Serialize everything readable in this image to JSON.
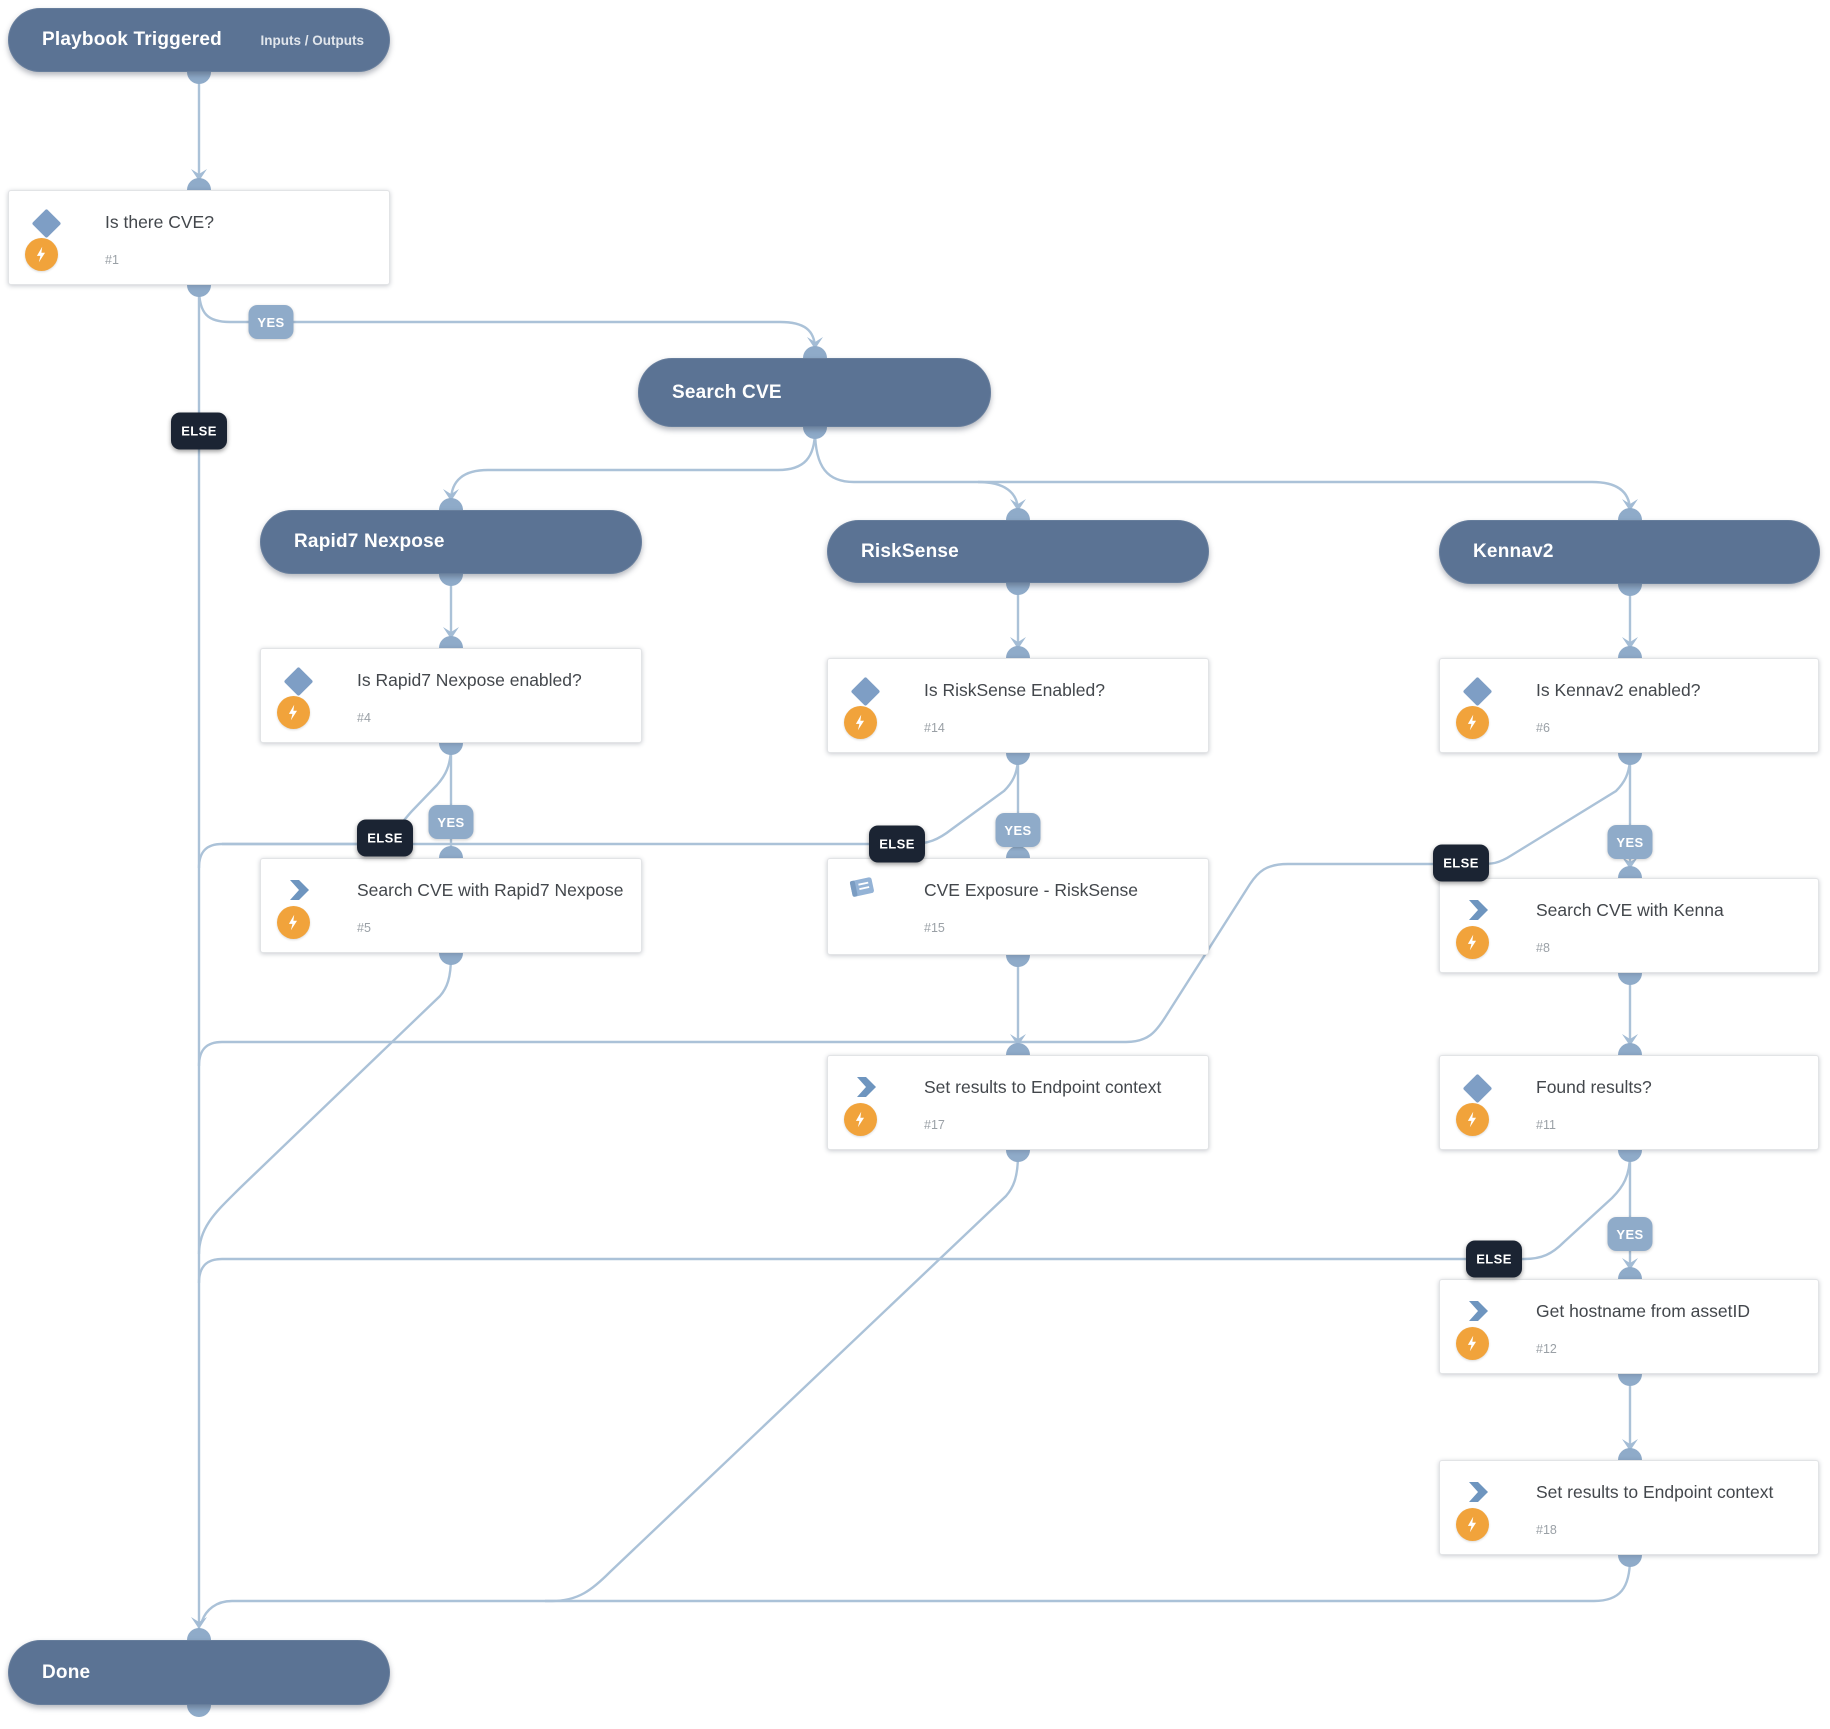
{
  "app": {
    "name": "playbook-workflow-canvas"
  },
  "colors": {
    "section_header_fill": "#5b7394",
    "connector_dot": "#8fabc9",
    "edge_line": "#abc2d8",
    "yes_badge": "#8fabc9",
    "else_badge": "#1b2433",
    "automation_bolt": "#f1a33b",
    "condition_diamond": "#7e9ec5",
    "task_chevron": "#6e95bf",
    "card_title_text": "#43474c"
  },
  "branch_labels": {
    "yes": "YES",
    "else": "ELSE"
  },
  "nodes": {
    "start": {
      "title": "Playbook Triggered",
      "link": "Inputs / Outputs",
      "type": "section"
    },
    "t1": {
      "title": "Is there CVE?",
      "num": "#1",
      "type": "condition"
    },
    "sec_search": {
      "title": "Search CVE",
      "type": "section"
    },
    "sec_rapid7": {
      "title": "Rapid7 Nexpose",
      "type": "section"
    },
    "t4": {
      "title": "Is Rapid7 Nexpose enabled?",
      "num": "#4",
      "type": "condition"
    },
    "t5": {
      "title": "Search CVE with Rapid7 Nexpose",
      "num": "#5",
      "type": "task"
    },
    "sec_risksense": {
      "title": "RiskSense",
      "type": "section"
    },
    "t14": {
      "title": "Is RiskSense Enabled?",
      "num": "#14",
      "type": "condition"
    },
    "t15": {
      "title": "CVE Exposure - RiskSense",
      "num": "#15",
      "type": "sub-playbook"
    },
    "t17": {
      "title": "Set results to Endpoint context",
      "num": "#17",
      "type": "task"
    },
    "sec_kenna": {
      "title": "Kennav2",
      "type": "section"
    },
    "t6": {
      "title": "Is Kennav2 enabled?",
      "num": "#6",
      "type": "condition"
    },
    "t8": {
      "title": "Search CVE with Kenna",
      "num": "#8",
      "type": "task"
    },
    "t11": {
      "title": "Found results?",
      "num": "#11",
      "type": "condition"
    },
    "t12": {
      "title": "Get hostname from assetID",
      "num": "#12",
      "type": "task"
    },
    "t18": {
      "title": "Set results to Endpoint context",
      "num": "#18",
      "type": "task"
    },
    "done": {
      "title": "Done",
      "type": "section"
    }
  }
}
